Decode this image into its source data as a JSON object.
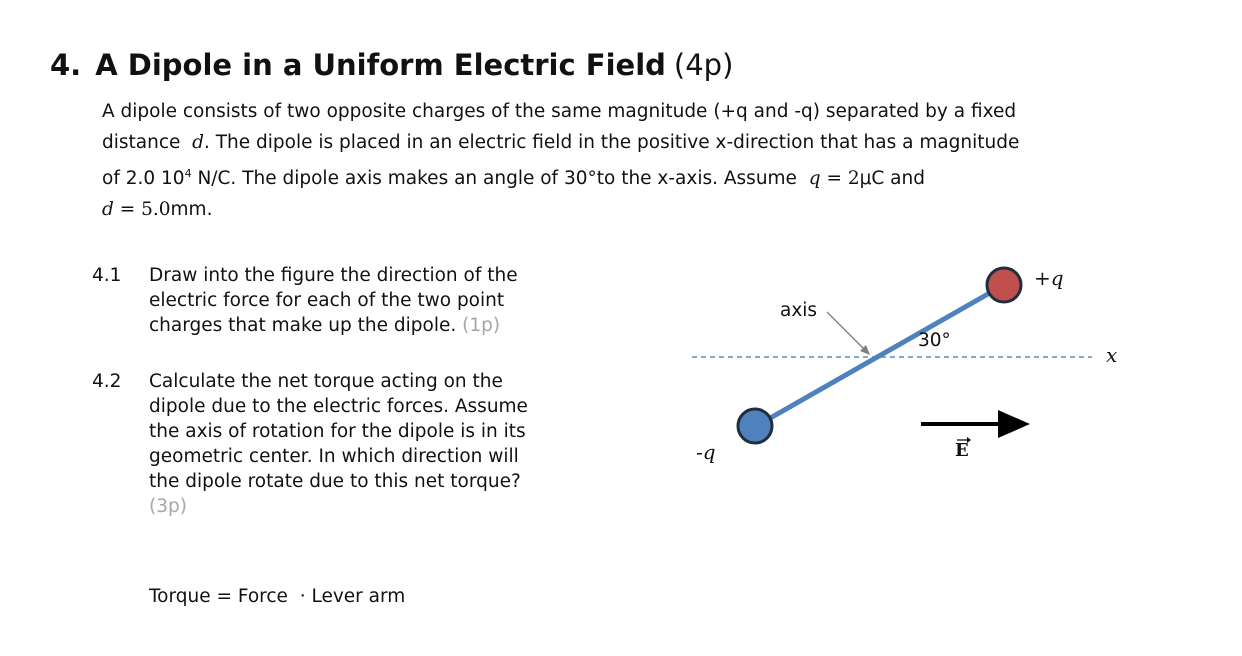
{
  "heading": {
    "number": "4.",
    "title": "A Dipole in a Uniform Electric Field",
    "points": "(4p)"
  },
  "intro": {
    "l1": "A dipole consists of two opposite charges of the same magnitude (+q and -q) separated by a fixed",
    "l2_a": "distance",
    "l2_d": "d",
    "l2_b": ". The dipole is placed in an electric field in the positive x-direction that has a magnitude",
    "l3_a": "of 2.0 10",
    "l3_exp": "4",
    "l3_b": " N/C. The dipole axis makes an angle of 30°to the x-axis. Assume",
    "l3_q": "q",
    "l3_eq": " = 2",
    "l3_unit": "μC and",
    "l4_d": "d",
    "l4_eq": " = 5.0",
    "l4_unit": "mm",
    "l4_end": "."
  },
  "questions": [
    {
      "number": "4.1",
      "lines": [
        "Draw into the figure the direction of the",
        "electric force for each of the two point",
        "charges that make up the dipole."
      ],
      "points": "(1p)"
    },
    {
      "number": "4.2",
      "lines": [
        "Calculate the net torque acting on the",
        "dipole due to the electric forces. Assume",
        "the axis of rotation for the dipole is in its",
        "geometric center. In which direction will",
        "the dipole rotate due to this net torque?"
      ],
      "points": "(3p)"
    }
  ],
  "formula": {
    "a": "Torque = Force",
    "dot": "·",
    "b": "Lever arm"
  },
  "figure": {
    "label_axis": "axis",
    "label_angle": "30°",
    "label_plus": "+q",
    "label_minus": "-q",
    "label_x": "x",
    "label_field": "E",
    "colors": {
      "positive": "#c0504d",
      "negative": "#4f81bd",
      "rod": "#4f81bd",
      "dash": "#5b8bb5"
    }
  }
}
